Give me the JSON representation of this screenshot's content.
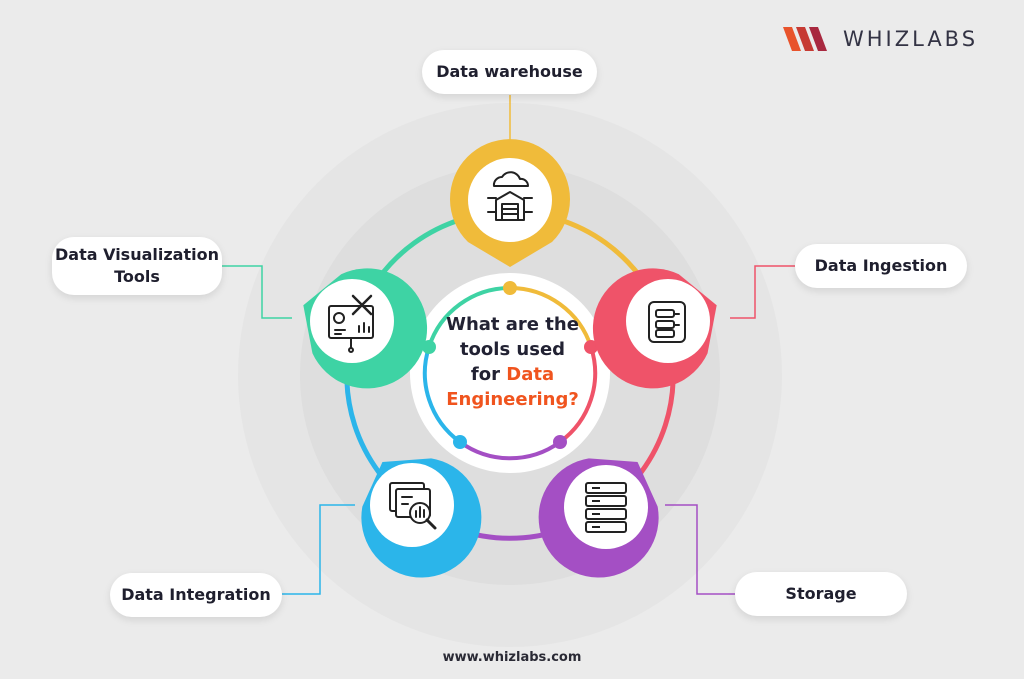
{
  "brand": {
    "name": "WHIZLABS",
    "logo_colors": [
      "#e8532b",
      "#a8283f"
    ],
    "website": "www.whizlabs.com"
  },
  "center": {
    "line1": "What are the",
    "line2": "tools used",
    "line3_prefix": "for",
    "line3_accent": "Data",
    "line4_accent": "Engineering?",
    "accent_color": "#f0541e"
  },
  "nodes": [
    {
      "key": "warehouse",
      "label": "Data warehouse",
      "color": "#f0bb3a",
      "icon": "cloud-warehouse-icon"
    },
    {
      "key": "ingestion",
      "label": "Data Ingestion",
      "color": "#ef5369",
      "icon": "data-ingestion-icon"
    },
    {
      "key": "storage",
      "label": "Storage",
      "color": "#a44fc4",
      "icon": "server-storage-icon"
    },
    {
      "key": "integration",
      "label": "Data Integration",
      "color": "#2bb5ea",
      "icon": "data-integration-icon"
    },
    {
      "key": "visualization",
      "label_line1": "Data Visualization",
      "label_line2": "Tools",
      "color": "#3ed3a4",
      "icon": "visualization-board-icon"
    }
  ]
}
